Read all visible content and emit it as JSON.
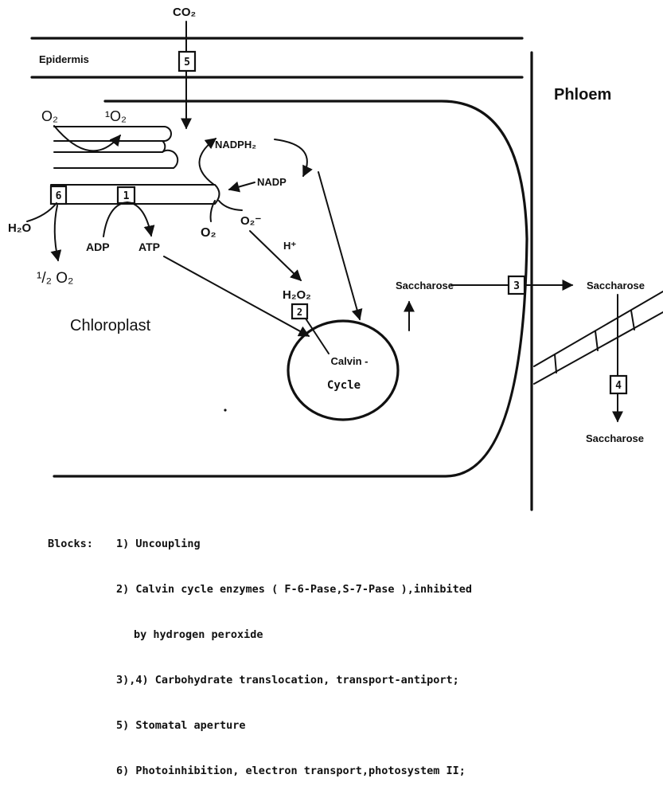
{
  "labels": {
    "co2": "CO₂",
    "epidermis": "Epidermis",
    "phloem": "Phloem",
    "chloroplast": "Chloroplast",
    "o2_left": "O₂",
    "singlet_o2": "¹O₂",
    "nadph2": "NADPH₂",
    "nadp": "NADP",
    "h2o": "H₂O",
    "adp": "ADP",
    "atp": "ATP",
    "o2_mid": "O₂",
    "superoxide": "O₂⁻",
    "h_plus": "H⁺",
    "half_o2": "¹/₂ O₂",
    "h2o2": "H₂O₂",
    "calvin_line1": "Calvin -",
    "calvin_line2": "Cycle",
    "saccharose_cell": "Saccharose",
    "saccharose_phloem": "Saccharose",
    "saccharose_bottom": "Saccharose"
  },
  "blocks": {
    "b1": "1",
    "b2": "2",
    "b3": "3",
    "b4": "4",
    "b5": "5",
    "b6": "6"
  },
  "legend": {
    "title": "Blocks:",
    "item1": "1) Uncoupling",
    "item2": "2) Calvin cycle enzymes ( F-6-Pase,S-7-Pase ),inhibited",
    "item2_cont": "by hydrogen peroxide",
    "item3": "3),4) Carbohydrate translocation, transport-antiport;",
    "item5": "5) Stomatal aperture",
    "item6": "6) Photoinhibition, electron transport,photosystem II;"
  }
}
